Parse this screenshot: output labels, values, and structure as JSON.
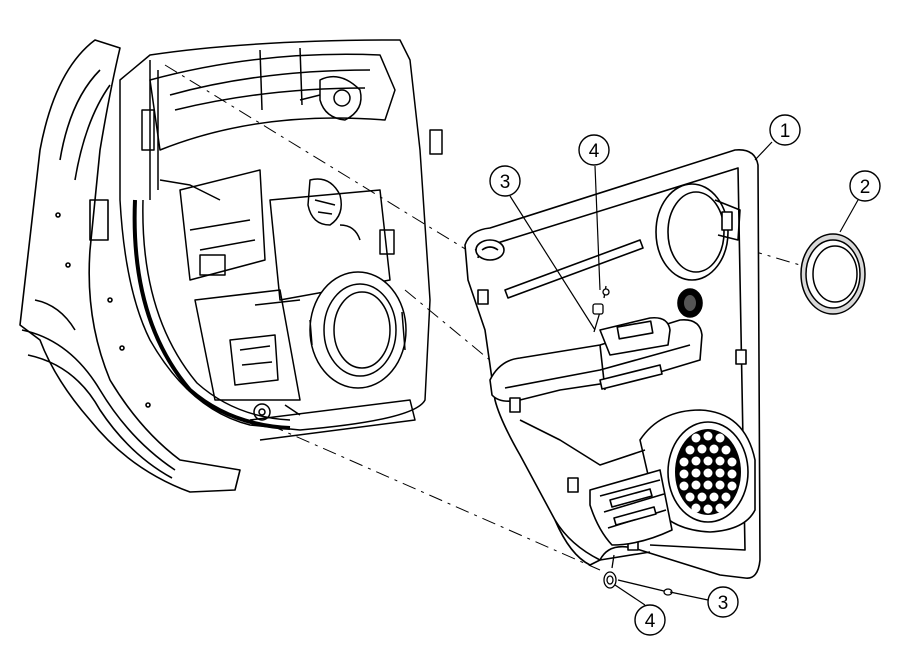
{
  "callouts": [
    {
      "id": "c1",
      "label": "1"
    },
    {
      "id": "c2",
      "label": "2"
    },
    {
      "id": "c3a",
      "label": "3"
    },
    {
      "id": "c4a",
      "label": "4"
    },
    {
      "id": "c3b",
      "label": "3"
    },
    {
      "id": "c4b",
      "label": "4"
    }
  ],
  "colors": {
    "ink": "#000000",
    "paper": "#ffffff",
    "shade": "#d9d9d9"
  }
}
